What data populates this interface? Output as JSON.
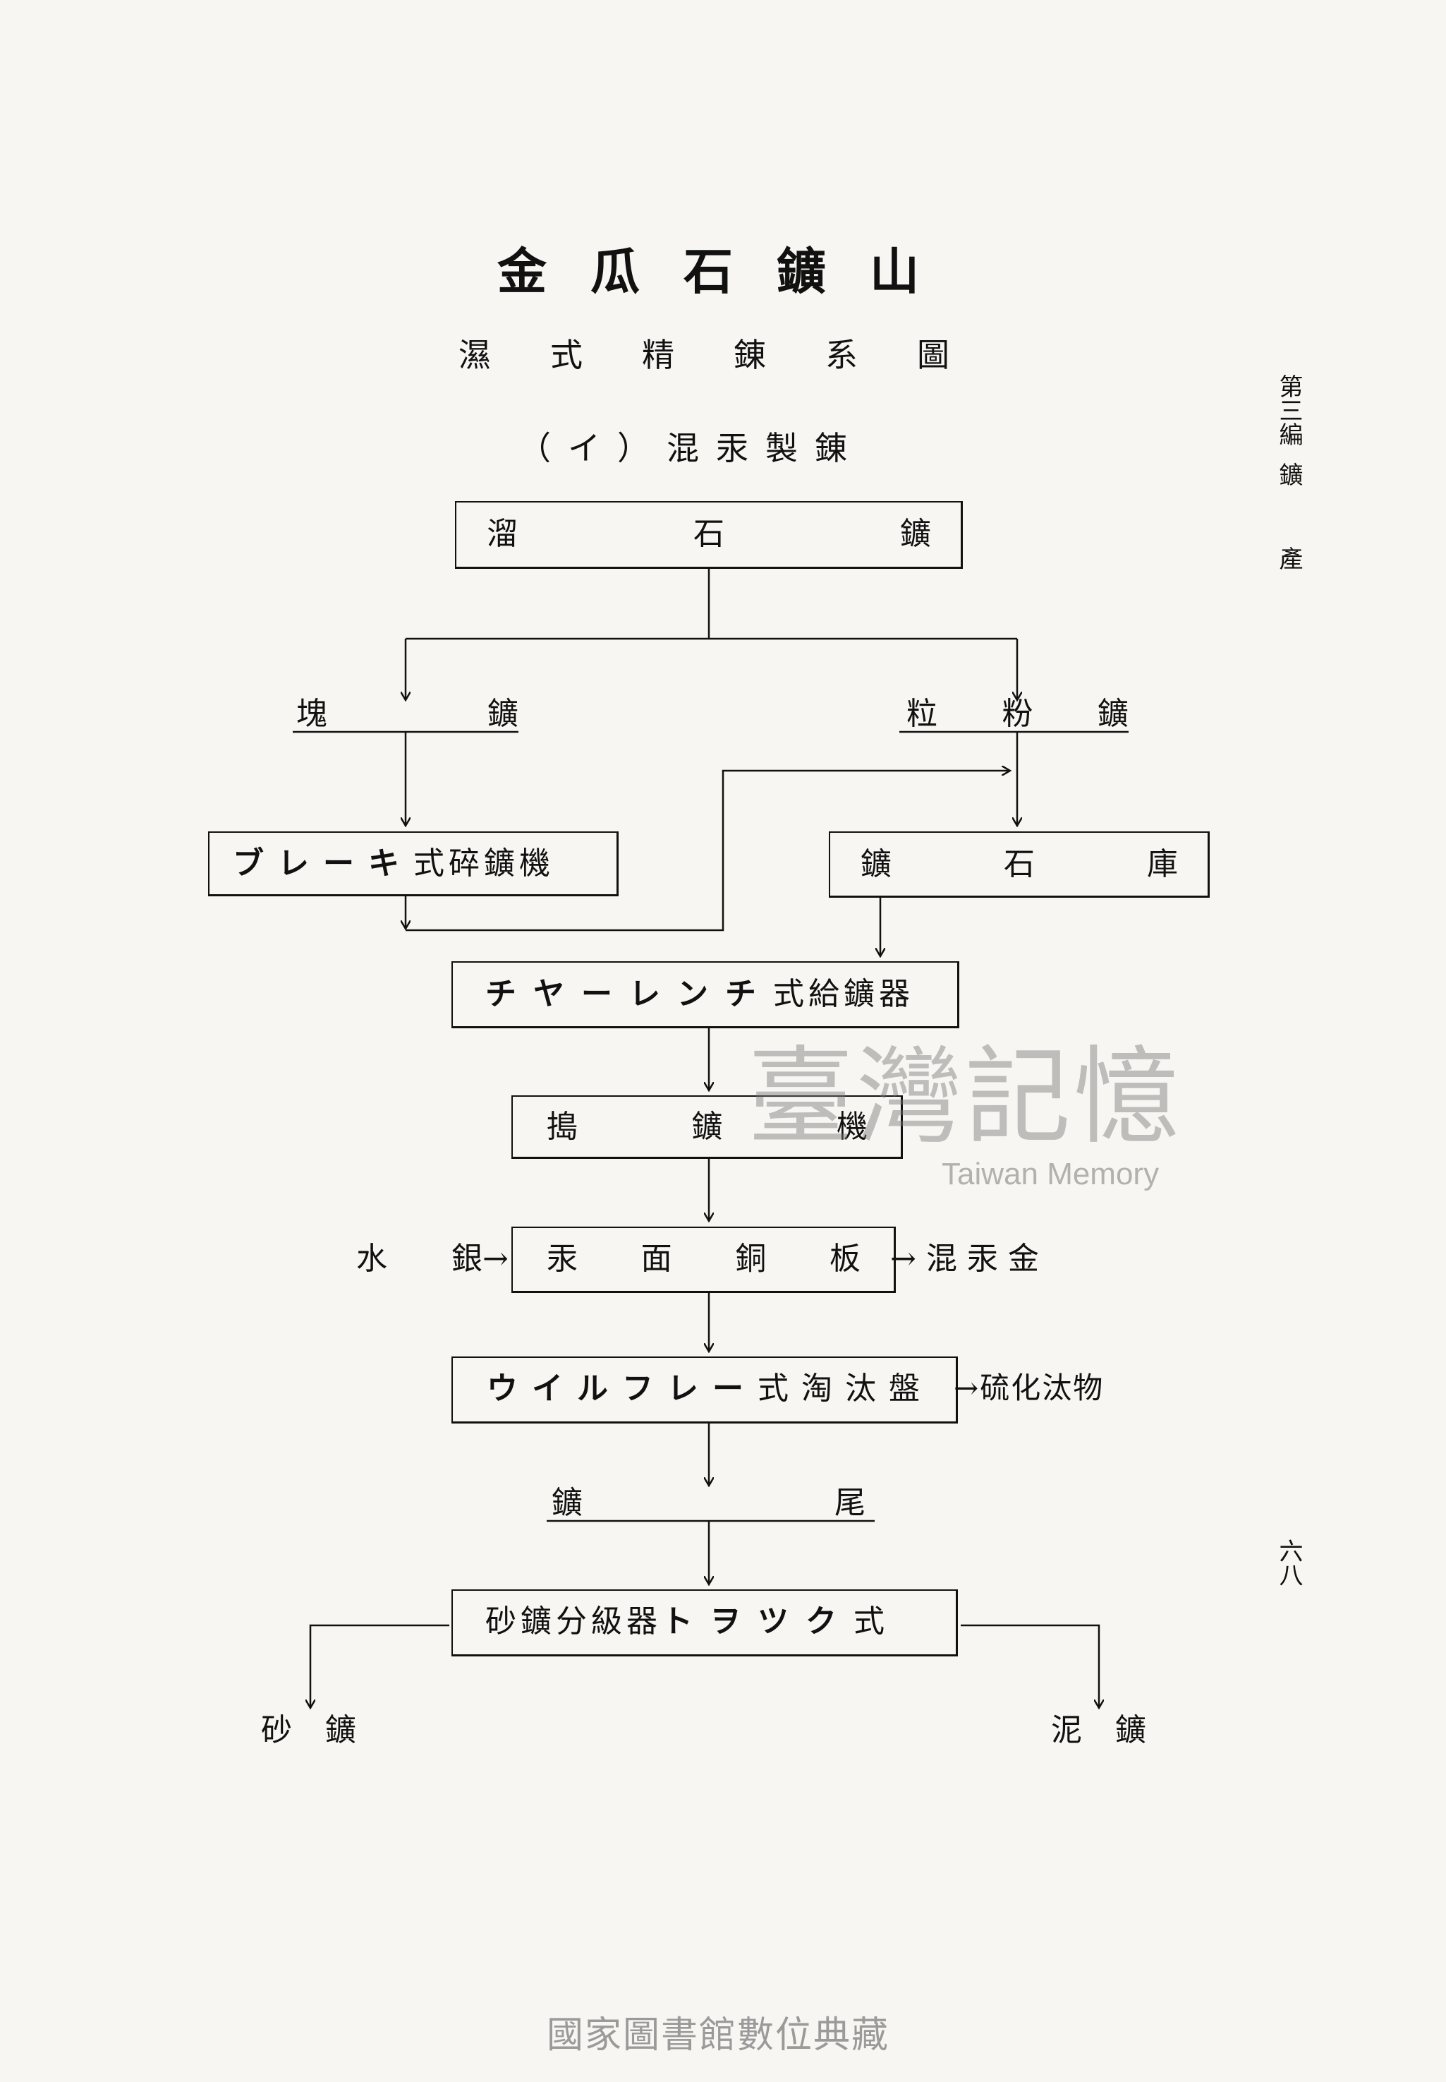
{
  "header": {
    "title": "金瓜石鑛山",
    "subtitle": "濕式精錬系圖",
    "section": "（イ）混汞製錬"
  },
  "margin": {
    "chapter": "第三編",
    "topic": "鑛產",
    "page_number": "六八"
  },
  "nodes": {
    "ore": {
      "label": "溜石鑛"
    },
    "lump_ore": {
      "left": "塊",
      "right": "鑛"
    },
    "fine_ore": {
      "left": "粒",
      "mid": "粉",
      "right": "鑛"
    },
    "crusher": {
      "kana": "ブレーキ",
      "label": "式碎鑛機"
    },
    "ore_bin": {
      "label": "鑛石庫"
    },
    "feeder": {
      "kana": "チヤーレンチ",
      "label": "式給鑛器"
    },
    "stamp_mill": {
      "label": "搗鑛機"
    },
    "amalgam_plate": {
      "label": "汞面銅板"
    },
    "mercury": {
      "left": "水",
      "right": "銀→"
    },
    "amalgam": {
      "label": "→混汞金"
    },
    "table": {
      "kana": "ウイルフレー",
      "label": "式淘汰盤"
    },
    "sulfide": {
      "label": "→硫化汰物"
    },
    "tailings": {
      "left": "鑛",
      "right": "尾"
    },
    "classifier": {
      "label": "砂鑛分級器",
      "kana": "トヲツク",
      "suffix": "式"
    },
    "sand_ore": {
      "left": "砂",
      "right": "鑛"
    },
    "slime_ore": {
      "left": "泥",
      "right": "鑛"
    }
  },
  "watermark": {
    "text": "臺灣記憶",
    "subtext": "Taiwan Memory"
  },
  "footer": {
    "text": "國家圖書館數位典藏"
  }
}
